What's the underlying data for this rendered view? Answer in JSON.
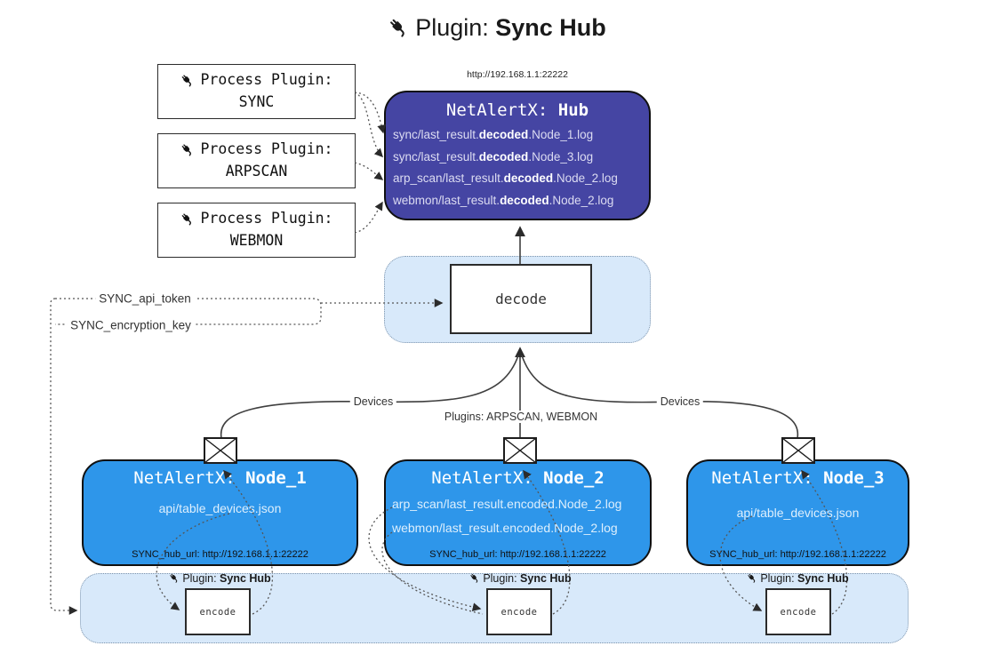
{
  "title": {
    "prefix": "Plugin: ",
    "bold": "Sync Hub"
  },
  "process_plugins": [
    {
      "line1": "Process Plugin:",
      "name": "SYNC"
    },
    {
      "line1": "Process Plugin:",
      "name": "ARPSCAN"
    },
    {
      "line1": "Process Plugin:",
      "name": "WEBMON"
    }
  ],
  "hub": {
    "url": "http://192.168.1.1:22222",
    "title_prefix": "NetAlertX: ",
    "title_bold": "Hub",
    "lines": [
      {
        "pre": "sync/last_result.",
        "bold": "decoded",
        "post": ".Node_1.log"
      },
      {
        "pre": "sync/last_result.",
        "bold": "decoded",
        "post": ".Node_3.log"
      },
      {
        "pre": "arp_scan/last_result.",
        "bold": "decoded",
        "post": ".Node_2.log"
      },
      {
        "pre": "webmon/last_result.",
        "bold": "decoded",
        "post": ".Node_2.log"
      }
    ]
  },
  "decode": {
    "label": "decode"
  },
  "keys": {
    "api_token": "SYNC_api_token",
    "encryption_key": "SYNC_encryption_key"
  },
  "edges": {
    "devices_left": "Devices",
    "devices_right": "Devices",
    "plugins_mid": "Plugins: ARPSCAN, WEBMON"
  },
  "nodes": [
    {
      "title_prefix": "NetAlertX: ",
      "title_bold": "Node_1",
      "lines": [
        "api/table_devices.json"
      ],
      "hub_url": "SYNC_hub_url: http://192.168.1.1:22222"
    },
    {
      "title_prefix": "NetAlertX: ",
      "title_bold": "Node_2",
      "lines": [
        "arp_scan/last_result.encoded.Node_2.log",
        "webmon/last_result.encoded.Node_2.log"
      ],
      "hub_url": "SYNC_hub_url: http://192.168.1.1:22222"
    },
    {
      "title_prefix": "NetAlertX: ",
      "title_bold": "Node_3",
      "lines": [
        "api/table_devices.json"
      ],
      "hub_url": "SYNC_hub_url: http://192.168.1.1:22222"
    }
  ],
  "encode": {
    "label": "encode",
    "plugin_prefix": "Plugin: ",
    "plugin_bold": "Sync Hub"
  },
  "colors": {
    "hub_fill": "#4545a3",
    "node_fill": "#2e96ea",
    "panel_fill": "#d8e9fa",
    "panel_border": "#7d93ab",
    "wire": "#3f3f3f",
    "box_border": "#2b2b2b"
  }
}
